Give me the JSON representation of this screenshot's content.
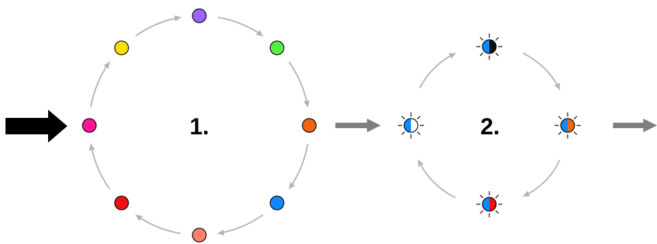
{
  "cycle1": {
    "label": "1.",
    "nodes": [
      {
        "name": "magenta",
        "color": "#ff1493"
      },
      {
        "name": "yellow",
        "color": "#ffe100"
      },
      {
        "name": "purple",
        "color": "#9966ff"
      },
      {
        "name": "green",
        "color": "#55ee44"
      },
      {
        "name": "orange",
        "color": "#ee6611"
      },
      {
        "name": "blue",
        "color": "#1188ff"
      },
      {
        "name": "salmon",
        "color": "#ff7f6e"
      },
      {
        "name": "red",
        "color": "#ee1111"
      }
    ]
  },
  "cycle2": {
    "label": "2.",
    "nodes": [
      {
        "name": "blue-white",
        "left_color": "#1188ff",
        "right_color": "#ffffff"
      },
      {
        "name": "blue-black",
        "left_color": "#1188ff",
        "right_color": "#111111"
      },
      {
        "name": "blue-orange",
        "left_color": "#1188ff",
        "right_color": "#ee6611"
      },
      {
        "name": "blue-red",
        "left_color": "#1188ff",
        "right_color": "#ee1111"
      }
    ]
  },
  "colors": {
    "cycle_arrow": "#b3b3b3",
    "link_arrow": "#7f7f7f",
    "input_arrow": "#000000"
  }
}
